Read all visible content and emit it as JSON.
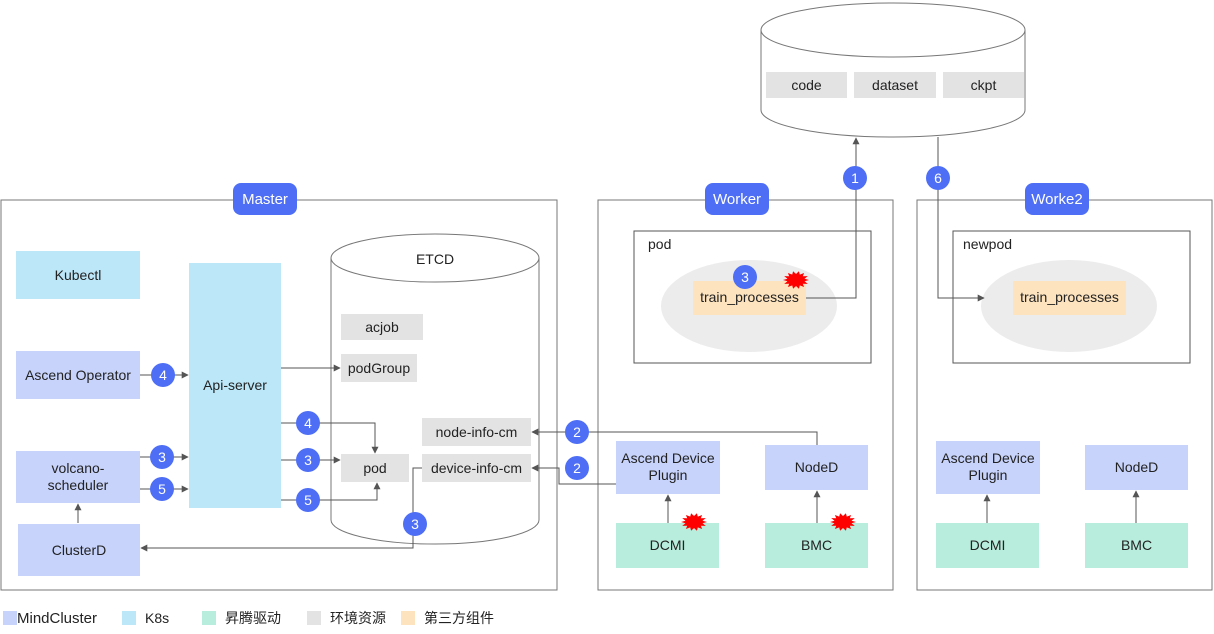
{
  "colors": {
    "mindcluster": "#c7d3fb",
    "k8s": "#bce7f8",
    "ascend_driver": "#b8ecdc",
    "env_resource": "#e3e3e4",
    "third_party": "#fde3be",
    "badge": "#4d6ef5",
    "line": "#555555",
    "frame": "#777777",
    "fault": "#ff0000"
  },
  "storage": {
    "items": [
      "code",
      "dataset",
      "ckpt"
    ]
  },
  "master": {
    "title": "Master",
    "kubectl": "Kubectl",
    "ascend_operator": "Ascend Operator",
    "volcano_scheduler": "volcano-\nscheduler",
    "clusterd": "ClusterD",
    "api_server": "Api-server",
    "etcd": {
      "title": "ETCD",
      "acjob": "acjob",
      "podgroup": "podGroup",
      "pod": "pod",
      "node_info_cm": "node-info-cm",
      "device_info_cm": "device-info-cm"
    }
  },
  "worker": {
    "title": "Worker",
    "pod_label": "pod",
    "train_processes": "train_processes",
    "device_plugin": "Ascend Device\nPlugin",
    "noded": "NodeD",
    "dcmi": "DCMI",
    "bmc": "BMC"
  },
  "worker2": {
    "title": "Worke2",
    "pod_label": "newpod",
    "train_processes": "train_processes",
    "device_plugin": "Ascend Device\nPlugin",
    "noded": "NodeD",
    "dcmi": "DCMI",
    "bmc": "BMC"
  },
  "steps": {
    "s1": "1",
    "s2": "2",
    "s3": "3",
    "s4": "4",
    "s5": "5",
    "s6": "6"
  },
  "legend": [
    {
      "label": "MindCluster",
      "color": "#c7d3fb"
    },
    {
      "label": "K8s",
      "color": "#bce7f8"
    },
    {
      "label": "昇腾驱动",
      "color": "#b8ecdc"
    },
    {
      "label": "环境资源",
      "color": "#e3e3e4"
    },
    {
      "label": "第三方组件",
      "color": "#fde3be"
    }
  ]
}
